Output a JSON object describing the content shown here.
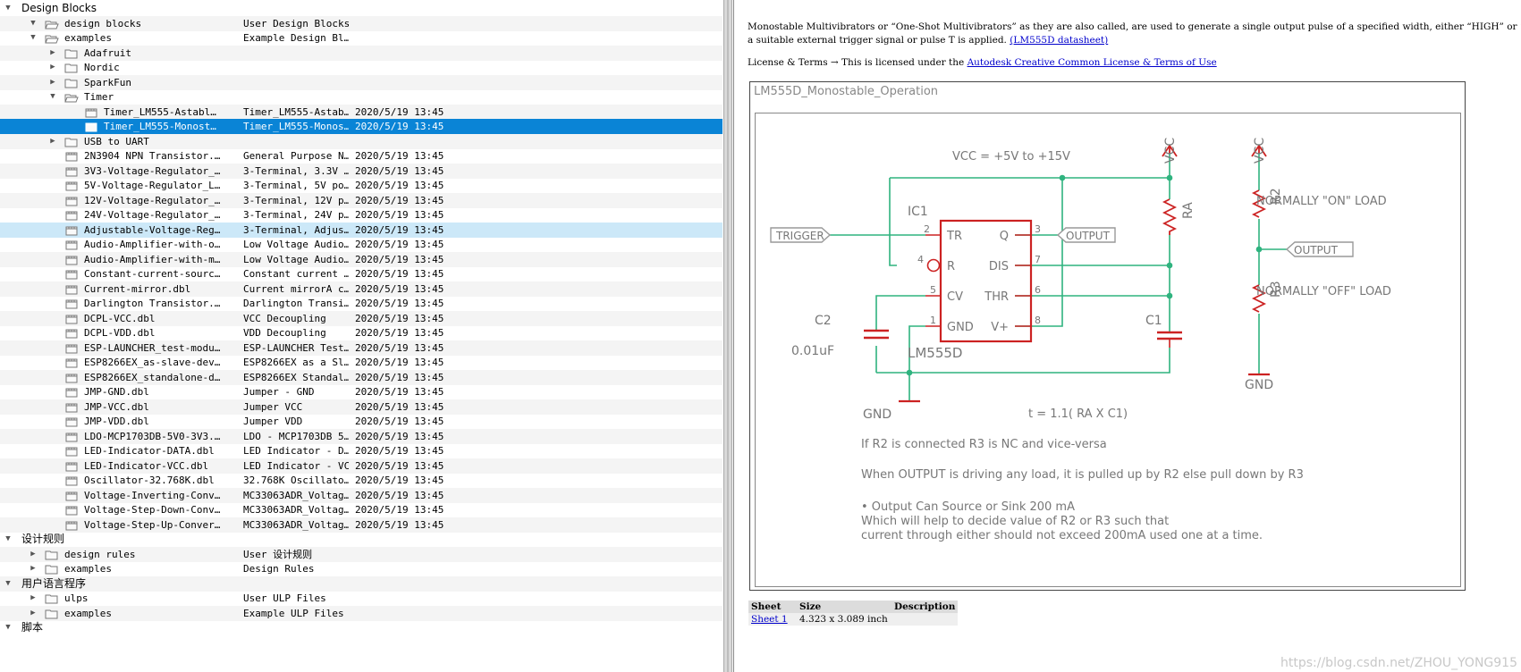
{
  "tree": {
    "rows": [
      {
        "name": "Design Blocks",
        "desc": "",
        "date": "",
        "kind": "section",
        "level": 0,
        "expanded": true
      },
      {
        "name": "design blocks",
        "desc": "User Design Blocks",
        "date": "",
        "kind": "folder-open",
        "level": 1,
        "expanded": true
      },
      {
        "name": "examples",
        "desc": "Example Design Bl…",
        "date": "",
        "kind": "folder-open",
        "level": 1,
        "expanded": true
      },
      {
        "name": "Adafruit",
        "desc": "",
        "date": "",
        "kind": "folder",
        "level": 2,
        "expanded": false
      },
      {
        "name": "Nordic",
        "desc": "",
        "date": "",
        "kind": "folder",
        "level": 2,
        "expanded": false
      },
      {
        "name": "SparkFun",
        "desc": "",
        "date": "",
        "kind": "folder",
        "level": 2,
        "expanded": false
      },
      {
        "name": "Timer",
        "desc": "",
        "date": "",
        "kind": "folder-open",
        "level": 2,
        "expanded": true
      },
      {
        "name": "Timer_LM555-Astabl…",
        "desc": "Timer_LM555-Astab…",
        "date": "2020/5/19 13:45",
        "kind": "file",
        "level": 3
      },
      {
        "name": "Timer_LM555-Monost…",
        "desc": "Timer_LM555-Monos…",
        "date": "2020/5/19 13:45",
        "kind": "file",
        "level": 3,
        "selected": true
      },
      {
        "name": "USB to UART",
        "desc": "",
        "date": "",
        "kind": "folder",
        "level": 2,
        "expanded": false
      },
      {
        "name": "2N3904 NPN Transistor.…",
        "desc": "General Purpose N…",
        "date": "2020/5/19 13:45",
        "kind": "file",
        "level": 2
      },
      {
        "name": "3V3-Voltage-Regulator_…",
        "desc": "3-Terminal, 3.3V …",
        "date": "2020/5/19 13:45",
        "kind": "file",
        "level": 2
      },
      {
        "name": "5V-Voltage-Regulator_L…",
        "desc": "3-Terminal, 5V po…",
        "date": "2020/5/19 13:45",
        "kind": "file",
        "level": 2
      },
      {
        "name": "12V-Voltage-Regulator_…",
        "desc": "3-Terminal, 12V p…",
        "date": "2020/5/19 13:45",
        "kind": "file",
        "level": 2
      },
      {
        "name": "24V-Voltage-Regulator_…",
        "desc": "3-Terminal, 24V p…",
        "date": "2020/5/19 13:45",
        "kind": "file",
        "level": 2
      },
      {
        "name": "Adjustable-Voltage-Reg…",
        "desc": "3-Terminal, Adjus…",
        "date": "2020/5/19 13:45",
        "kind": "file",
        "level": 2,
        "hover": true
      },
      {
        "name": "Audio-Amplifier-with-o…",
        "desc": "Low Voltage Audio…",
        "date": "2020/5/19 13:45",
        "kind": "file",
        "level": 2
      },
      {
        "name": "Audio-Amplifier-with-m…",
        "desc": "Low Voltage Audio…",
        "date": "2020/5/19 13:45",
        "kind": "file",
        "level": 2
      },
      {
        "name": "Constant-current-sourc…",
        "desc": "Constant current …",
        "date": "2020/5/19 13:45",
        "kind": "file",
        "level": 2
      },
      {
        "name": "Current-mirror.dbl",
        "desc": "Current mirrorA c…",
        "date": "2020/5/19 13:45",
        "kind": "file",
        "level": 2
      },
      {
        "name": "Darlington Transistor.…",
        "desc": "Darlington Transi…",
        "date": "2020/5/19 13:45",
        "kind": "file",
        "level": 2
      },
      {
        "name": "DCPL-VCC.dbl",
        "desc": "VCC Decoupling",
        "date": "2020/5/19 13:45",
        "kind": "file",
        "level": 2
      },
      {
        "name": "DCPL-VDD.dbl",
        "desc": "VDD Decoupling",
        "date": "2020/5/19 13:45",
        "kind": "file",
        "level": 2
      },
      {
        "name": "ESP-LAUNCHER_test-modu…",
        "desc": "ESP-LAUNCHER Test…",
        "date": "2020/5/19 13:45",
        "kind": "file",
        "level": 2
      },
      {
        "name": "ESP8266EX_as-slave-dev…",
        "desc": "ESP8266EX as a Sl…",
        "date": "2020/5/19 13:45",
        "kind": "file",
        "level": 2
      },
      {
        "name": "ESP8266EX_standalone-d…",
        "desc": "ESP8266EX Standal…",
        "date": "2020/5/19 13:45",
        "kind": "file",
        "level": 2
      },
      {
        "name": "JMP-GND.dbl",
        "desc": "Jumper - GND",
        "date": "2020/5/19 13:45",
        "kind": "file",
        "level": 2
      },
      {
        "name": "JMP-VCC.dbl",
        "desc": "Jumper VCC",
        "date": "2020/5/19 13:45",
        "kind": "file",
        "level": 2
      },
      {
        "name": "JMP-VDD.dbl",
        "desc": "Jumper VDD",
        "date": "2020/5/19 13:45",
        "kind": "file",
        "level": 2
      },
      {
        "name": "LDO-MCP1703DB-5V0-3V3.…",
        "desc": "LDO - MCP1703DB 5…",
        "date": "2020/5/19 13:45",
        "kind": "file",
        "level": 2
      },
      {
        "name": "LED-Indicator-DATA.dbl",
        "desc": "LED Indicator - D…",
        "date": "2020/5/19 13:45",
        "kind": "file",
        "level": 2
      },
      {
        "name": "LED-Indicator-VCC.dbl",
        "desc": "LED Indicator - VCC",
        "date": "2020/5/19 13:45",
        "kind": "file",
        "level": 2
      },
      {
        "name": "Oscillator-32.768K.dbl",
        "desc": "32.768K Oscillato…",
        "date": "2020/5/19 13:45",
        "kind": "file",
        "level": 2
      },
      {
        "name": "Voltage-Inverting-Conv…",
        "desc": "MC33063ADR_Voltag…",
        "date": "2020/5/19 13:45",
        "kind": "file",
        "level": 2
      },
      {
        "name": "Voltage-Step-Down-Conv…",
        "desc": "MC33063ADR_Voltag…",
        "date": "2020/5/19 13:45",
        "kind": "file",
        "level": 2
      },
      {
        "name": "Voltage-Step-Up-Conver…",
        "desc": "MC33063ADR_Voltag…",
        "date": "2020/5/19 13:45",
        "kind": "file",
        "level": 2
      },
      {
        "name": "设计规则",
        "desc": "",
        "date": "",
        "kind": "section",
        "level": 0,
        "expanded": true
      },
      {
        "name": "design rules",
        "desc": "User 设计规则",
        "date": "",
        "kind": "folder",
        "level": 1,
        "expanded": false
      },
      {
        "name": "examples",
        "desc": "Design Rules",
        "date": "",
        "kind": "folder",
        "level": 1,
        "expanded": false
      },
      {
        "name": "用户语言程序",
        "desc": "",
        "date": "",
        "kind": "section",
        "level": 0,
        "expanded": true
      },
      {
        "name": "ulps",
        "desc": "User ULP Files",
        "date": "",
        "kind": "folder",
        "level": 1,
        "expanded": false
      },
      {
        "name": "examples",
        "desc": "Example ULP Files",
        "date": "",
        "kind": "folder",
        "level": 1,
        "expanded": false
      },
      {
        "name": "脚本",
        "desc": "",
        "date": "",
        "kind": "section",
        "level": 0,
        "expanded": true
      }
    ]
  },
  "preview": {
    "intro_line1": "Monostable Multivibrators or “One-Shot Multivibrators” as they are also called, are used to generate a single output pulse of a specified width, either “HIGH” or “LOW” when",
    "intro_line2": "a suitable external trigger signal or pulse T is applied.",
    "datasheet_link": "(LM555D datasheet)",
    "license_prefix": "License & Terms → This is licensed under the",
    "license_link": "Autodesk Creative Common License & Terms of Use",
    "frame_title": "LM555D_Monostable_Operation",
    "sheets": {
      "headers": [
        "Sheet",
        "Size",
        "Description"
      ],
      "row": {
        "sheet": "Sheet 1",
        "size": "4.323 x 3.089 inch",
        "description": ""
      }
    },
    "watermark": "https://blog.csdn.net/ZHOU_YONG915"
  },
  "schematic": {
    "vcc_range": "VCC = +5V to +15V",
    "vcc": "VCC",
    "ic_name": "IC1",
    "ic_part": "LM555D",
    "pins": {
      "tr": "TR",
      "q": "Q",
      "r": "R",
      "dis": "DIS",
      "cv": "CV",
      "thr": "THR",
      "gnd": "GND",
      "vplus": "V+"
    },
    "pin_numbers": {
      "tr": "2",
      "q": "3",
      "r": "4",
      "dis": "7",
      "cv": "5",
      "thr": "6",
      "gnd": "1",
      "vplus": "8"
    },
    "trigger": "TRIGGER",
    "output": "OUTPUT",
    "ra": "RA",
    "c1": "C1",
    "c2": "C2",
    "c2_value": "0.01uF",
    "gnd": "GND",
    "r2": "R2",
    "r3": "R3",
    "on_load": "NORMALLY \"ON\" LOAD",
    "off_load": "NORMALLY \"OFF\" LOAD",
    "formula": "t = 1.1( RA X C1)",
    "note1": "If R2 is connected R3 is NC and vice-versa",
    "note2": "When OUTPUT is driving any load, it is pulled up by R2 else pull down by R3",
    "note3": "• Output Can Source or Sink 200 mA",
    "note4": "Which will help to decide value of R2 or R3 such that",
    "note5": "current through either should not exceed 200mA used one at a time."
  }
}
